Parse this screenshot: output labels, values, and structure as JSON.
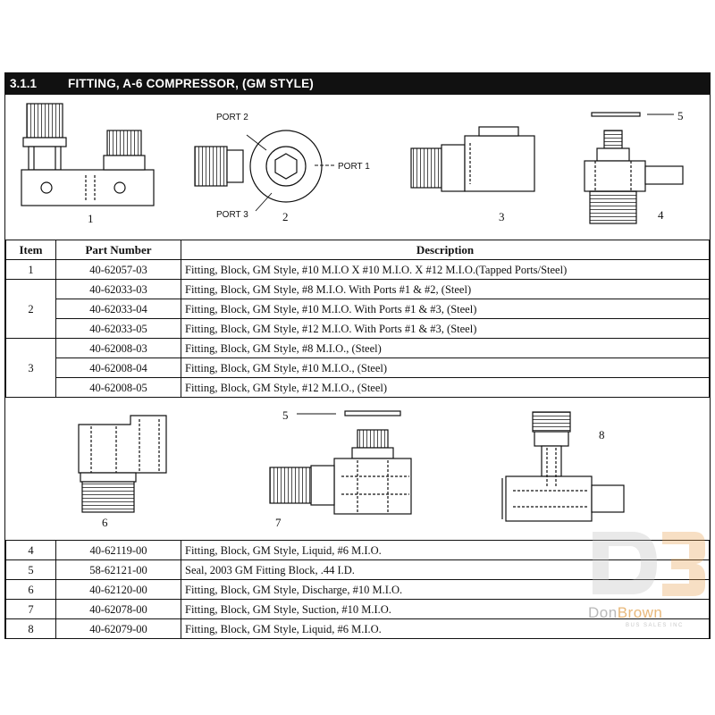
{
  "header": {
    "section": "3.1.1",
    "title": "FITTING, A-6 COMPRESSOR, (GM STYLE)"
  },
  "figures_top": {
    "labels": [
      "1",
      "2",
      "3",
      "4"
    ],
    "port_labels": [
      "PORT 2",
      "PORT 1",
      "PORT 3"
    ],
    "seal_callout": "5"
  },
  "figures_bottom": {
    "labels": [
      "6",
      "7",
      "8"
    ],
    "seal_callout": "5"
  },
  "table": {
    "headers": [
      "Item",
      "Part Number",
      "Description"
    ],
    "groups_top": [
      {
        "item": "1",
        "rows": [
          {
            "part": "40-62057-03",
            "desc": "Fitting, Block, GM Style, #10 M.I.O X #10 M.I.O. X #12 M.I.O.(Tapped Ports/Steel)"
          }
        ]
      },
      {
        "item": "2",
        "rows": [
          {
            "part": "40-62033-03",
            "desc": "Fitting, Block, GM Style, #8 M.I.O. With Ports #1 & #2, (Steel)"
          },
          {
            "part": "40-62033-04",
            "desc": "Fitting, Block, GM Style, #10 M.I.O. With Ports #1 & #3, (Steel)"
          },
          {
            "part": "40-62033-05",
            "desc": "Fitting, Block, GM Style, #12 M.I.O. With Ports #1 & #3, (Steel)"
          }
        ]
      },
      {
        "item": "3",
        "rows": [
          {
            "part": "40-62008-03",
            "desc": "Fitting, Block, GM Style, #8 M.I.O., (Steel)"
          },
          {
            "part": "40-62008-04",
            "desc": "Fitting, Block, GM Style, #10 M.I.O., (Steel)"
          },
          {
            "part": "40-62008-05",
            "desc": "Fitting, Block, GM Style, #12 M.I.O., (Steel)"
          }
        ]
      }
    ],
    "rows_bottom": [
      {
        "item": "4",
        "part": "40-62119-00",
        "desc": "Fitting, Block, GM Style, Liquid, #6 M.I.O."
      },
      {
        "item": "5",
        "part": "58-62121-00",
        "desc": "Seal, 2003 GM Fitting Block, .44 I.D."
      },
      {
        "item": "6",
        "part": "40-62120-00",
        "desc": "Fitting, Block, GM Style, Discharge, #10 M.I.O."
      },
      {
        "item": "7",
        "part": "40-62078-00",
        "desc": "Fitting, Block, GM Style, Suction, #10 M.I.O."
      },
      {
        "item": "8",
        "part": "40-62079-00",
        "desc": "Fitting, Block, GM Style, Liquid, #6 M.I.O."
      }
    ]
  },
  "watermark": {
    "brand_a": "Don",
    "brand_b": "Brown",
    "sub": "BUS SALES INC"
  },
  "colors": {
    "header_bg": "#111111",
    "ink": "#111111",
    "watermark_orange": "#e8a050",
    "watermark_gray": "#bdbdbd"
  }
}
